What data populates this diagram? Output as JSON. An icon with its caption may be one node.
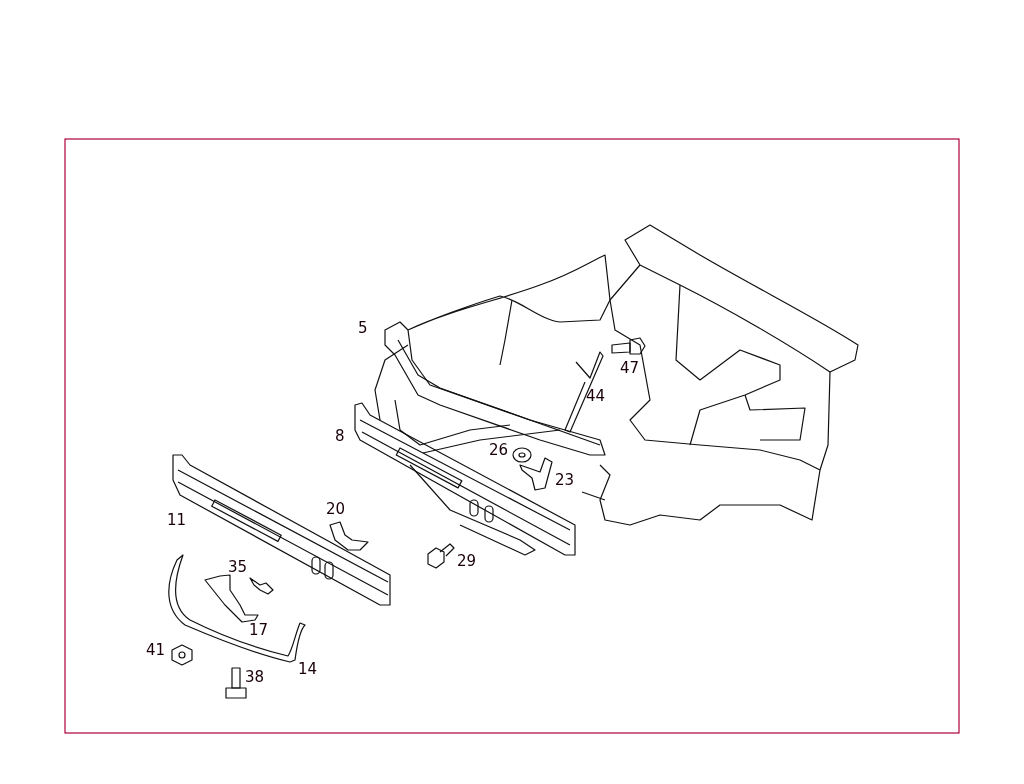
{
  "diagram": {
    "labels": [
      "5",
      "47",
      "44",
      "8",
      "26",
      "23",
      "20",
      "11",
      "29",
      "35",
      "17",
      "41",
      "14",
      "38"
    ]
  }
}
